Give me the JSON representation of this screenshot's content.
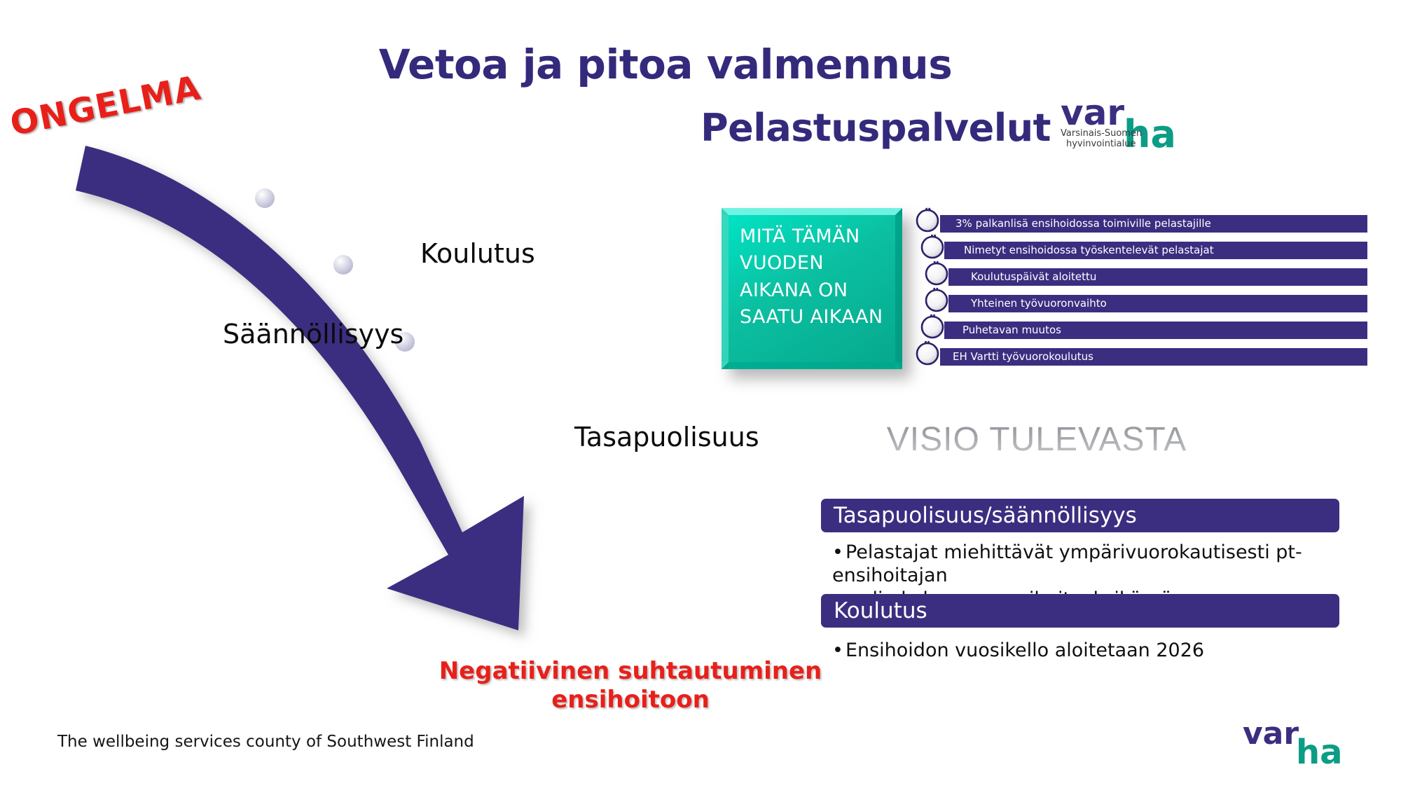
{
  "slide": {
    "title_line1": "Vetoa ja pitoa valmennus",
    "title_line2": "Pelastuspalvelut",
    "footer": "The wellbeing services county of Southwest Finland"
  },
  "logo": {
    "word_part1": "var",
    "word_part2": "ha",
    "sub_line1": "Varsinais-Suomen",
    "sub_line2": "hyvinvointialue",
    "color_purple": "#3b2e80",
    "color_teal": "#0b9d85"
  },
  "problem": {
    "badge": "ONGELMA",
    "badge_color": "#e8201a",
    "labels": [
      {
        "text": "Koulutus"
      },
      {
        "text": "Säännöllisyys"
      },
      {
        "text": "Tasapuolisuus"
      }
    ],
    "outcome_line1": "Negatiivinen suhtautuminen",
    "outcome_line2": "ensihoitoon",
    "arrow_color": "#3b2e80"
  },
  "achievements": {
    "box_title": "MITÄ TÄMÄN VUODEN AIKANA ON SAATU AIKAAN",
    "box_color": "#0bbfa0",
    "items": [
      {
        "text": "3% palkanlisä ensihoidossa toimiville pelastajille"
      },
      {
        "text": "Nimetyt ensihoidossa työskentelevät pelastajat"
      },
      {
        "text": "Koulutuspäivät aloitettu"
      },
      {
        "text": "Yhteinen työvuoronvaihto"
      },
      {
        "text": "Puhetavan muutos"
      },
      {
        "text": "EH Vartti työvuorokoulutus"
      }
    ]
  },
  "vision": {
    "heading": "VISIO TULEVASTA",
    "sections": [
      {
        "title": "Tasapuolisuus/säännöllisyys",
        "bullet_line1": "Pelastajat miehittävät ympärivuorokautisesti pt-ensihoitajan",
        "bullet_line2": "roolin kolmessa ensihoitoyksikössä"
      },
      {
        "title": "Koulutus",
        "bullet_line1": "Ensihoidon vuosikello aloitetaan 2026",
        "bullet_line2": ""
      }
    ],
    "bar_color": "#3b2e80"
  }
}
